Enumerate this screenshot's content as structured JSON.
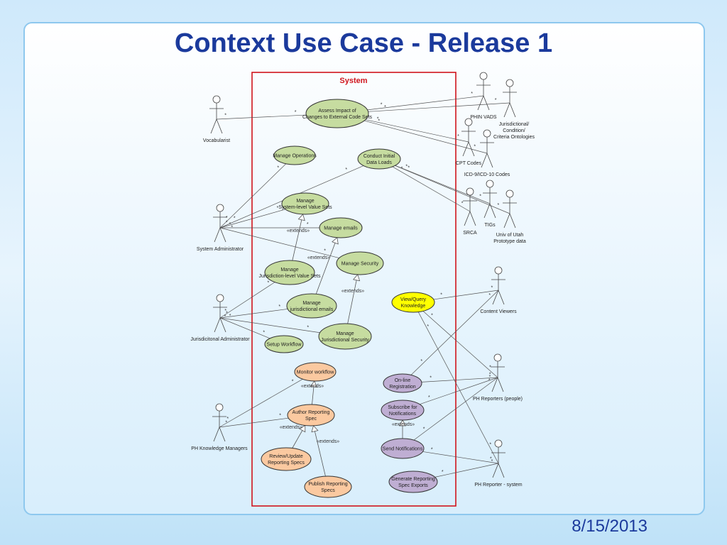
{
  "title": "Context Use Case - Release 1",
  "date": "8/15/2013",
  "colors": {
    "title": "#1b3a9c",
    "boundary": "#d0141c",
    "admin_usecase": "#c6dca0",
    "view_usecase": "#ffff00",
    "reporting_usecase": "#fbc9a0",
    "notification_usecase": "#bfaed3"
  },
  "system_label": "System",
  "actors": [
    {
      "id": "vocabularist",
      "label": [
        "Vocabularist"
      ]
    },
    {
      "id": "phinvads",
      "label": [
        "PHIN VADS"
      ]
    },
    {
      "id": "jco",
      "label": [
        "Jurisdictional/",
        "Condition/",
        "Criteria Ontologies"
      ]
    },
    {
      "id": "cpt",
      "label": [
        "CPT Codes"
      ]
    },
    {
      "id": "icd",
      "label": [
        "ICD-9/ICD-10 Codes"
      ]
    },
    {
      "id": "srca",
      "label": [
        "SRCA"
      ]
    },
    {
      "id": "tigs",
      "label": [
        "TIGs"
      ]
    },
    {
      "id": "utah",
      "label": [
        "Univ of Utah",
        "Prototype data"
      ]
    },
    {
      "id": "sysadmin",
      "label": [
        "System Administrator"
      ]
    },
    {
      "id": "jurisadmin",
      "label": [
        "Jurisdicitonal Administrator"
      ]
    },
    {
      "id": "contentviewers",
      "label": [
        "Content Viewers"
      ]
    },
    {
      "id": "phreporters",
      "label": [
        "PH Reporters (people)"
      ]
    },
    {
      "id": "pkm",
      "label": [
        "PH Knowledge Managers"
      ]
    },
    {
      "id": "phsystem",
      "label": [
        "PH Reporter - system"
      ]
    }
  ],
  "usecases": [
    {
      "id": "assess",
      "label": [
        "Assess Impact of",
        "Changes to External Code Sets"
      ]
    },
    {
      "id": "manageops",
      "label": [
        "Manage Operations"
      ]
    },
    {
      "id": "conduct",
      "label": [
        "Conduct Initial",
        "Data Loads"
      ]
    },
    {
      "id": "sysvs",
      "label": [
        "Manage",
        "System-level Value Sets"
      ]
    },
    {
      "id": "emails",
      "label": [
        "Manage emails"
      ]
    },
    {
      "id": "security",
      "label": [
        "Manage Security"
      ]
    },
    {
      "id": "jurvs",
      "label": [
        "Manage",
        "Jurisdiction-level Value Sets"
      ]
    },
    {
      "id": "juremails",
      "label": [
        "Manage",
        "jurisdictional emails"
      ]
    },
    {
      "id": "jursec",
      "label": [
        "Manage",
        "Jurisdictional Security"
      ]
    },
    {
      "id": "workflow",
      "label": [
        "Setup Workflow"
      ]
    },
    {
      "id": "view",
      "label": [
        "View/Query",
        "Knowledge"
      ]
    },
    {
      "id": "monitor",
      "label": [
        "Monitor workflow"
      ]
    },
    {
      "id": "author",
      "label": [
        "Author Reporting",
        "Spec"
      ]
    },
    {
      "id": "review",
      "label": [
        "Review/Update",
        "Reporting Specs"
      ]
    },
    {
      "id": "publish",
      "label": [
        "Publish Reporting",
        "Specs"
      ]
    },
    {
      "id": "online",
      "label": [
        "On-line",
        "Registration"
      ]
    },
    {
      "id": "subscribe",
      "label": [
        "Subscribe for",
        "Notifications"
      ]
    },
    {
      "id": "sendnotif",
      "label": [
        "Send Notifications"
      ]
    },
    {
      "id": "generate",
      "label": [
        "Generate Reporting",
        "Spec Exports"
      ]
    }
  ],
  "relationship_label": "«extends»",
  "multiplicity": "*"
}
